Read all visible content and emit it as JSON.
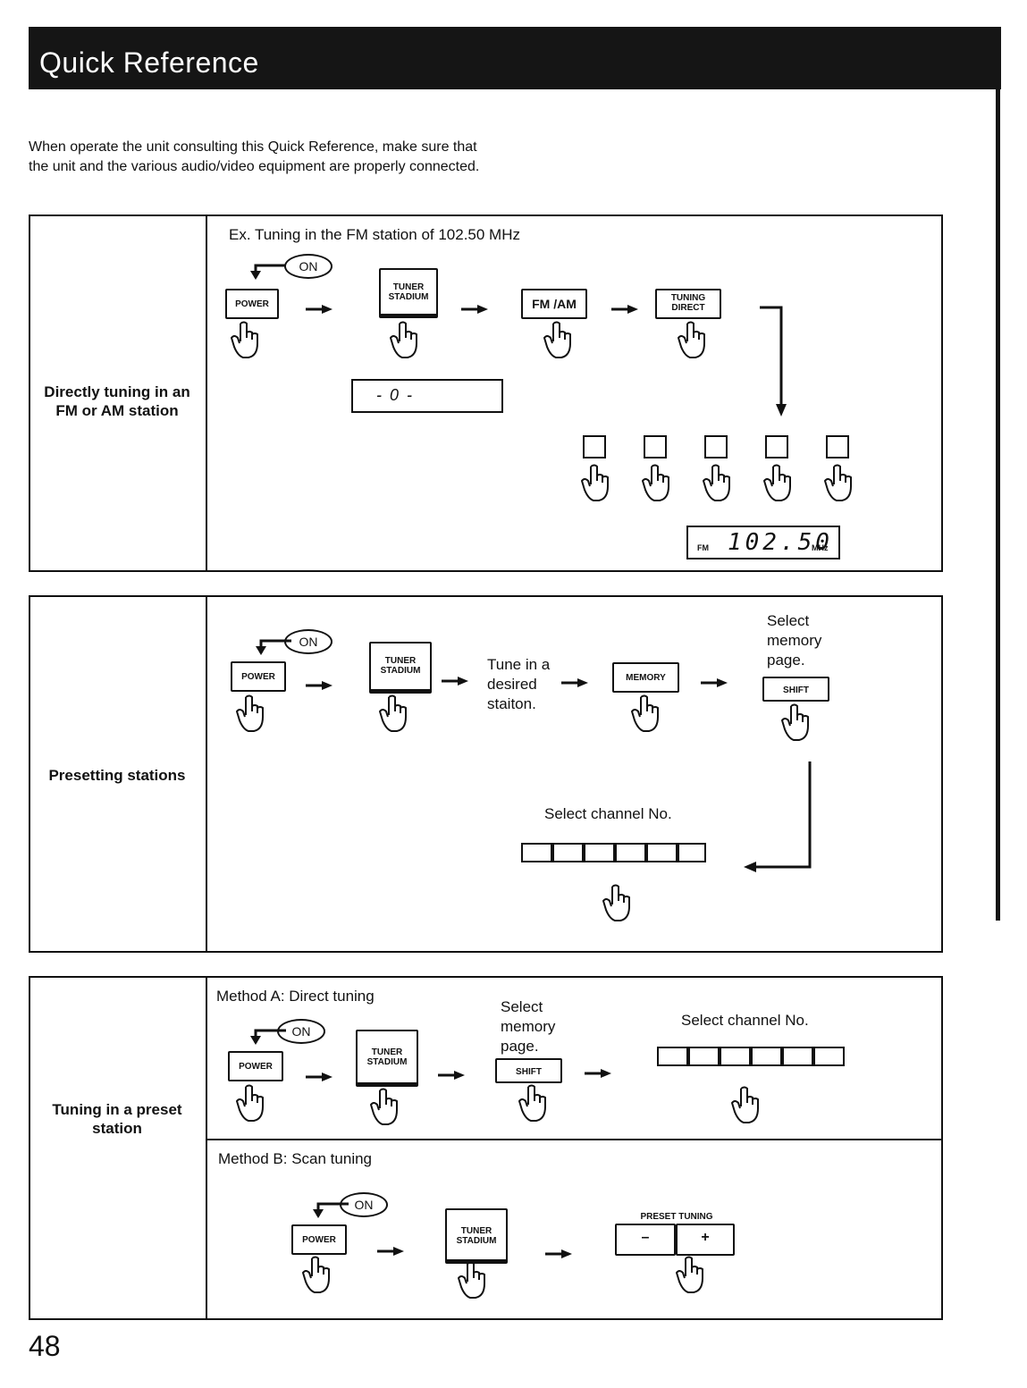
{
  "header": {
    "title": "Quick Reference"
  },
  "intro": {
    "text": "When operate the unit consulting this Quick Reference, make sure that the unit and the various audio/video equipment are properly connected."
  },
  "buttons": {
    "on": "ON",
    "power": "POWER",
    "tuner_line1": "TUNER",
    "tuner_line2": "STADIUM",
    "fmam": "FM /AM",
    "tuning_line1": "TUNING",
    "tuning_line2": "DIRECT",
    "memory": "MEMORY",
    "shift": "SHIFT",
    "preset_tuning": "PRESET TUNING",
    "minus": "–",
    "plus": "+"
  },
  "section1": {
    "label": "Directly tuning in an FM or AM station",
    "example": "Ex. Tuning in the FM station of 102.50 MHz",
    "display_blank": "- 0 -",
    "display_fm": "FM",
    "display_freq": "102.50",
    "display_unit": "MHz"
  },
  "section2": {
    "label": "Presetting stations",
    "tune_text": "Tune in a desired staiton.",
    "select_page": "Select memory page.",
    "select_channel": "Select channel No."
  },
  "section3": {
    "label": "Tuning in a preset station",
    "method_a": "Method A: Direct tuning",
    "method_b": "Method B: Scan tuning",
    "select_page": "Select memory page.",
    "select_channel": "Select channel No."
  },
  "footer": {
    "page_number": "48"
  }
}
